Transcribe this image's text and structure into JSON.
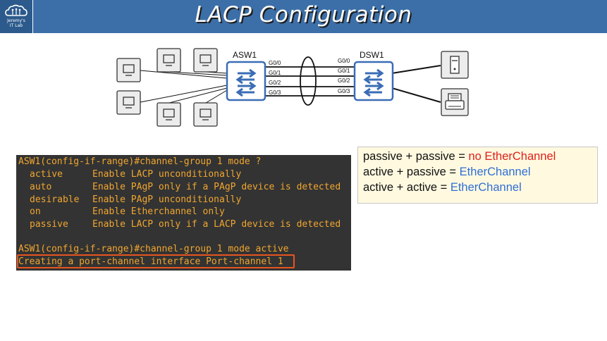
{
  "header": {
    "title": "LACP Configuration",
    "logo_line1": "Jeremy's",
    "logo_line2": "IT Lab",
    "logo_icon": "cloud-icon"
  },
  "diagram": {
    "left_switch": "ASW1",
    "right_switch": "DSW1",
    "left_ports": [
      "G0/0",
      "G0/1",
      "G0/2",
      "G0/3"
    ],
    "right_ports": [
      "G0/0",
      "G0/1",
      "G0/2",
      "G0/3"
    ]
  },
  "terminal": {
    "line1": "ASW1(config-if-range)#channel-group 1 mode ?",
    "options": [
      {
        "mode": "active",
        "desc": "Enable LACP unconditionally"
      },
      {
        "mode": "auto",
        "desc": "Enable PAgP only if a PAgP device is detected"
      },
      {
        "mode": "desirable",
        "desc": "Enable PAgP unconditionally"
      },
      {
        "mode": "on",
        "desc": "Enable Etherchannel only"
      },
      {
        "mode": "passive",
        "desc": "Enable LACP only if a LACP device is detected"
      }
    ],
    "line7": "ASW1(config-if-range)#channel-group 1 mode active",
    "line8": "Creating a port-channel interface Port-channel 1"
  },
  "note": {
    "rows": [
      {
        "left": "passive + passive = ",
        "result": "no EtherChannel"
      },
      {
        "left": "active + passive = ",
        "result": "EtherChannel"
      },
      {
        "left": "active + active = ",
        "result": "EtherChannel"
      }
    ]
  },
  "colors": {
    "header_bg": "#3c6fa8",
    "terminal_text": "#f0a630",
    "highlight_border": "#e8551f",
    "no_result": "#e0201a",
    "yes_result": "#2f6fd6"
  }
}
